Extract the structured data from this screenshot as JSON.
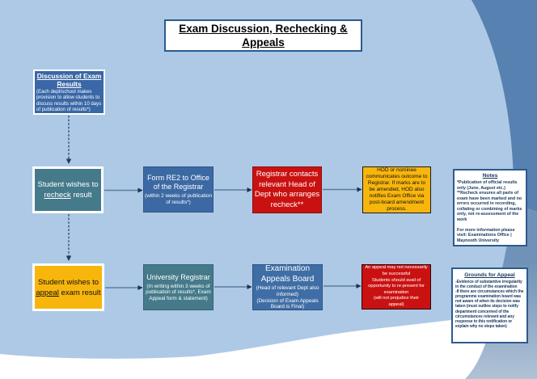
{
  "title": "Exam Discussion, Rechecking &\nAppeals",
  "flow": {
    "discussion": {
      "heading": "Discussion of Exam\nResults",
      "body": "(Each dept/school makes provision to allow students to discuss results within 10 days of publication of results*)"
    },
    "recheck_start": {
      "pre": "Student wishes to ",
      "underlined": "recheck",
      "post": " result"
    },
    "form_re2": {
      "heading": "Form RE2 to Office of the Registrar",
      "body": "(within 2 weeks of publication of results*)"
    },
    "registrar_contacts": {
      "text": "Registrar contacts relevant Head of Dept who arranges recheck**"
    },
    "hod_outcome": {
      "text": "HOD or nominee communicates outcome to Registrar. If marks are to be amended, HOD also notifies Exam Office via post-board amendment process."
    },
    "appeal_start": {
      "pre": "Student  wishes to ",
      "underlined": "appeal",
      "post": " exam result"
    },
    "university_registrar": {
      "heading": "University Registrar",
      "body": "(In writing within 3 weeks of publication of results*, Exam Appeal form & statement)"
    },
    "appeals_board": {
      "heading": "Examination Appeals Board",
      "body1": "(Head of relevant Dept also informed)",
      "body2": "(Decision of Exam Appeals Board is Final)"
    },
    "appeal_outcome": {
      "text": "An appeal may not necessarily be successful\nStudents should avail of opportunity to re-present for examination\n(will not prejudice their\nappeal)"
    }
  },
  "notes": {
    "heading": "Notes",
    "body": "*Publication of official results only (June, August etc.)\n**Recheck ensures all parts of exam have been marked and no errors occurred in recording, collating or combining of marks only, not re-assessment of the work\n\nFor more information please visit: Examinations Office | Maynooth University"
  },
  "grounds": {
    "heading": "Grounds for Appeal",
    "body": "-Evidence of substantive irregularity in the conduct of the examination\n-If there are circumstances which the programme examination board was not aware of when its decision was taken (must outline steps to notify department concerned of the circumstances relevant and any response to this notification or explain why no steps taken)"
  },
  "colors": {
    "background_light_blue": "#adc9e6",
    "background_dark_blue": "#5781b1",
    "background_gray_blue": "#8fa9c4",
    "box_dark_blue": "#3a67a5",
    "box_teal": "#457a8a",
    "box_red": "#ca1111",
    "box_gold": "#f8b60d",
    "note_text_navy": "#17365d",
    "arrow_solid": "#5b7da0",
    "arrow_head": "#1f3050",
    "arrow_dashed": "#1f3b60"
  }
}
